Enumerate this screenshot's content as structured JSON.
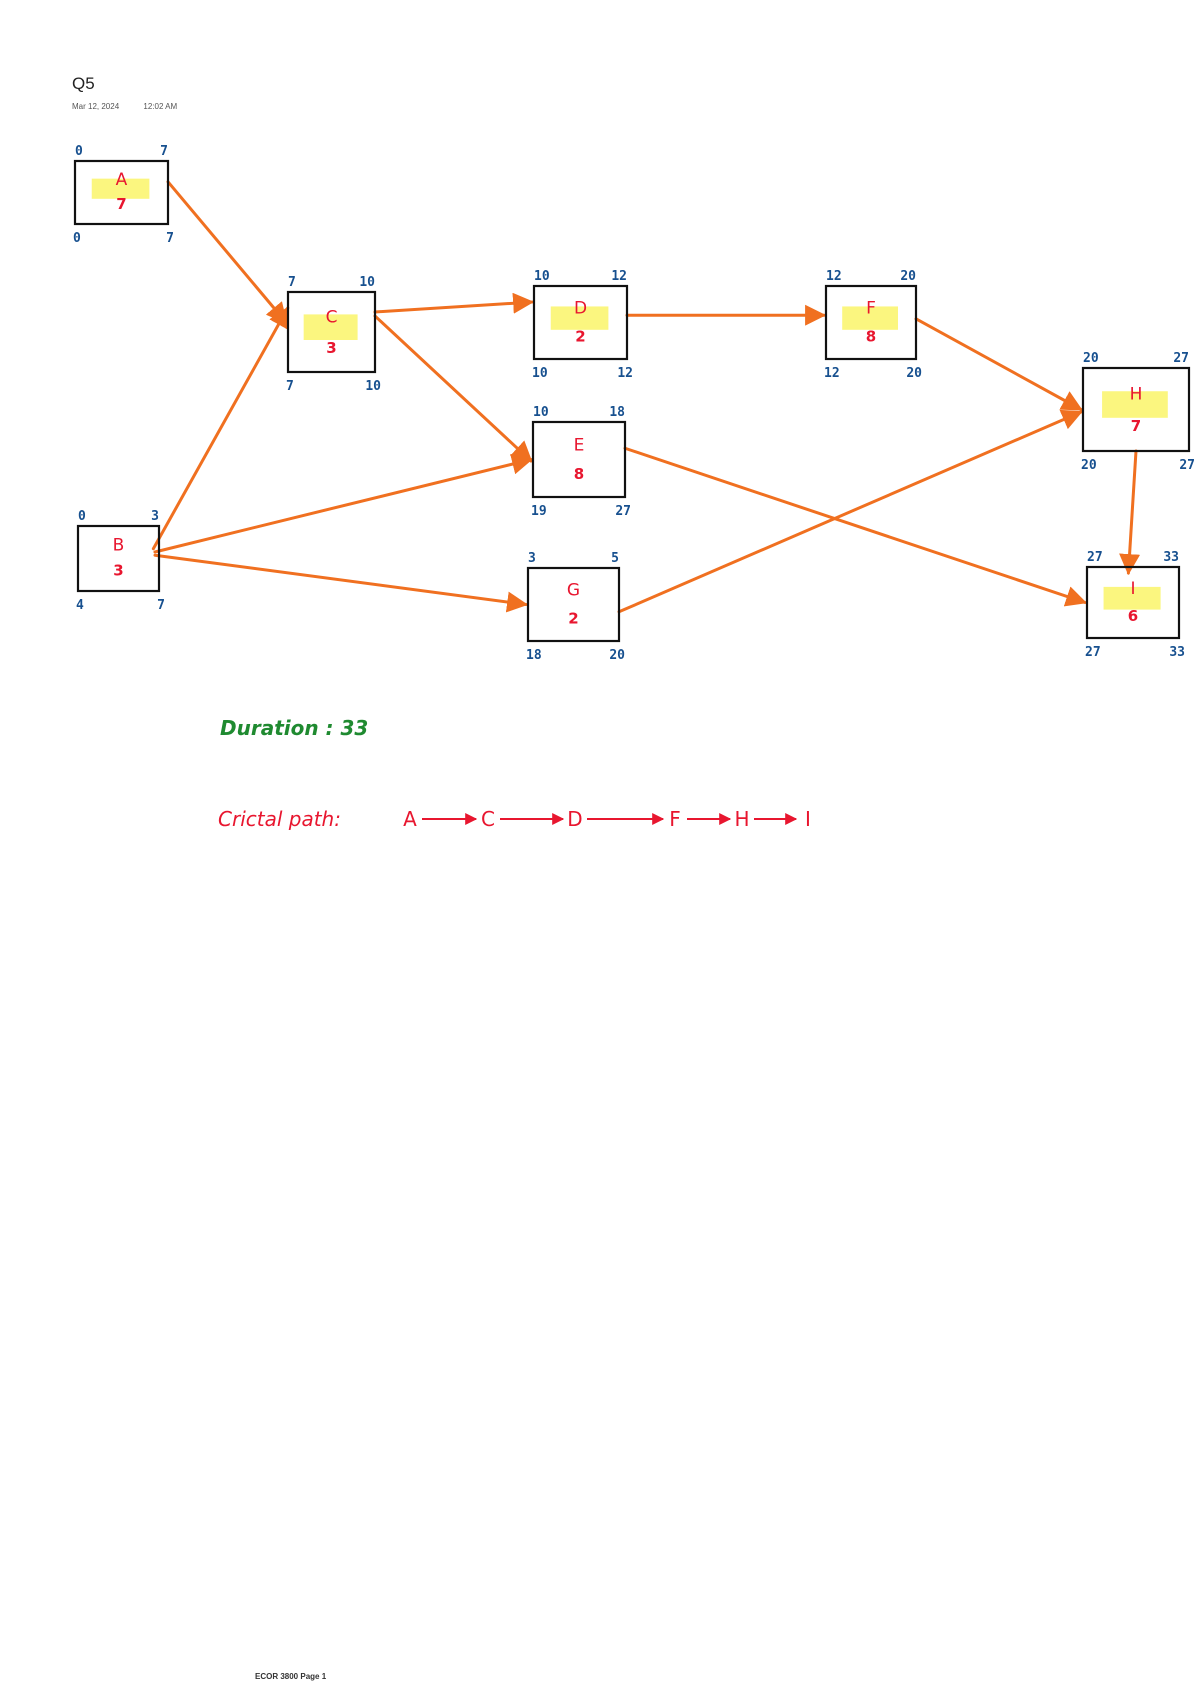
{
  "page": {
    "title": "Q5",
    "date": "Mar 12, 2024",
    "time": "12:02 AM",
    "footer": "ECOR 3800 Page 1"
  },
  "colors": {
    "arrow": "#f07020",
    "box": "#111111",
    "activity_text": "#e8162f",
    "times": "#17508f",
    "highlight": "#fbf571",
    "duration": "#1f8a30",
    "critical": "#e8162f"
  },
  "activities": [
    {
      "id": "A",
      "label": "A",
      "duration": "7",
      "es": "0",
      "ef": "7",
      "ls": "0",
      "lf": "7",
      "critical": true
    },
    {
      "id": "B",
      "label": "B",
      "duration": "3",
      "es": "0",
      "ef": "3",
      "ls": "4",
      "lf": "7",
      "critical": false
    },
    {
      "id": "C",
      "label": "C",
      "duration": "3",
      "es": "7",
      "ef": "10",
      "ls": "7",
      "lf": "10",
      "critical": true
    },
    {
      "id": "D",
      "label": "D",
      "duration": "2",
      "es": "10",
      "ef": "12",
      "ls": "10",
      "lf": "12",
      "critical": true
    },
    {
      "id": "E",
      "label": "E",
      "duration": "8",
      "es": "10",
      "ef": "18",
      "ls": "19",
      "lf": "27",
      "critical": false
    },
    {
      "id": "F",
      "label": "F",
      "duration": "8",
      "es": "12",
      "ef": "20",
      "ls": "12",
      "lf": "20",
      "critical": true
    },
    {
      "id": "G",
      "label": "G",
      "duration": "2",
      "es": "3",
      "ef": "5",
      "ls": "18",
      "lf": "20",
      "critical": false
    },
    {
      "id": "H",
      "label": "H",
      "duration": "7",
      "es": "20",
      "ef": "27",
      "ls": "20",
      "lf": "27",
      "critical": true
    },
    {
      "id": "I",
      "label": "I",
      "duration": "6",
      "es": "27",
      "ef": "33",
      "ls": "27",
      "lf": "33",
      "critical": true
    }
  ],
  "dependencies": [
    {
      "from": "A",
      "to": "C"
    },
    {
      "from": "B",
      "to": "C"
    },
    {
      "from": "B",
      "to": "E"
    },
    {
      "from": "B",
      "to": "G"
    },
    {
      "from": "C",
      "to": "D"
    },
    {
      "from": "C",
      "to": "E"
    },
    {
      "from": "D",
      "to": "F"
    },
    {
      "from": "F",
      "to": "H"
    },
    {
      "from": "G",
      "to": "H"
    },
    {
      "from": "E",
      "to": "I"
    },
    {
      "from": "H",
      "to": "I"
    }
  ],
  "duration_note": "Duration : 33",
  "critical_path": {
    "label": "Crictal path:",
    "nodes": [
      "A",
      "C",
      "D",
      "F",
      "H",
      "I"
    ]
  }
}
